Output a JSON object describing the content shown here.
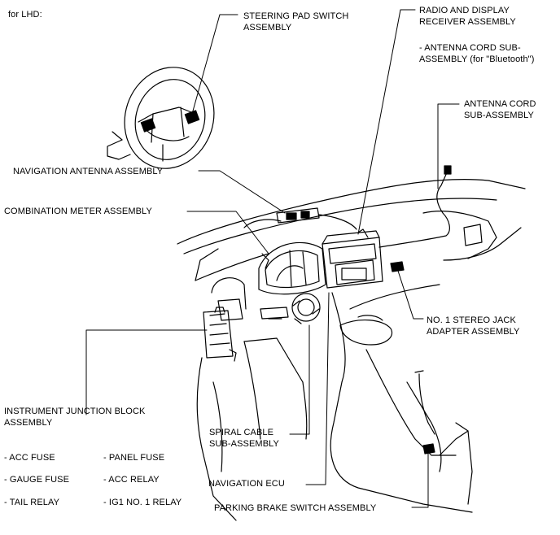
{
  "diagram": {
    "variant": "for LHD:",
    "labels": {
      "steering_pad_switch": [
        "STEERING PAD SWITCH",
        "ASSEMBLY"
      ],
      "radio_display": [
        "RADIO AND DISPLAY",
        "RECEIVER ASSEMBLY"
      ],
      "antenna_cord_bt": [
        "- ANTENNA CORD SUB-",
        "ASSEMBLY (for \"Bluetooth\")"
      ],
      "antenna_cord": [
        "ANTENNA CORD",
        "SUB-ASSEMBLY"
      ],
      "navigation_antenna": "NAVIGATION ANTENNA ASSEMBLY",
      "combination_meter": "COMBINATION METER ASSEMBLY",
      "stereo_jack": [
        "NO. 1 STEREO JACK",
        "ADAPTER ASSEMBLY"
      ],
      "instrument_junction": [
        "INSTRUMENT JUNCTION BLOCK",
        "ASSEMBLY"
      ],
      "spiral_cable": [
        "SPIRAL CABLE",
        "SUB-ASSEMBLY"
      ],
      "navigation_ecu": "NAVIGATION ECU",
      "parking_brake": "PARKING BRAKE SWITCH ASSEMBLY"
    },
    "junction_block_parts": [
      "- ACC FUSE",
      "- PANEL FUSE",
      "- GAUGE FUSE",
      "- ACC RELAY",
      "- TAIL RELAY",
      "- IG1 NO. 1 RELAY"
    ]
  }
}
